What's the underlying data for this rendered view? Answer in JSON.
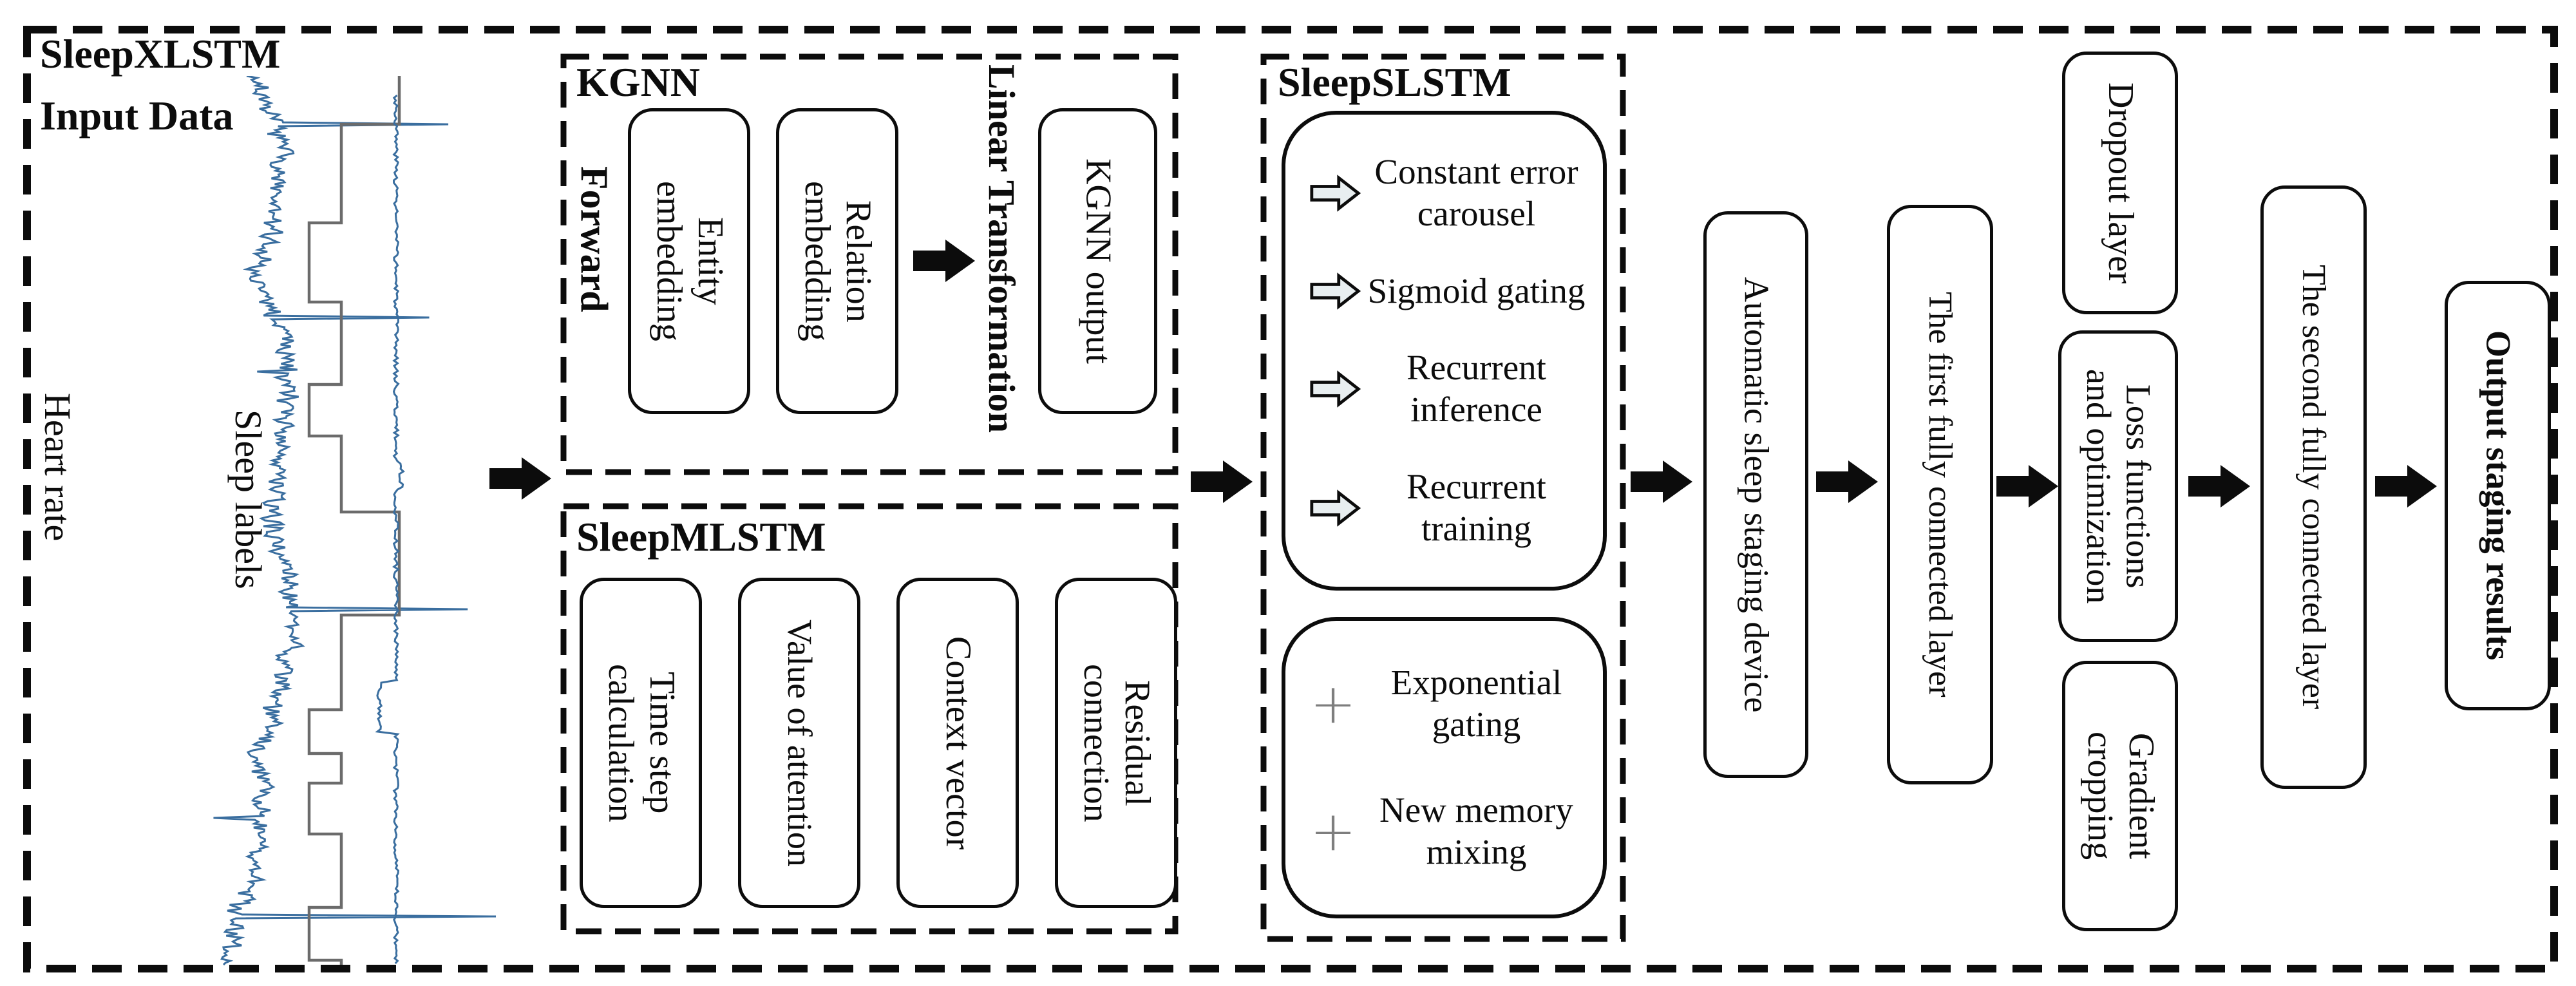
{
  "title": {
    "line1": "SleepXLSTM",
    "line2": "Input Data"
  },
  "input": {
    "heart_rate_label": "Heart rate",
    "sleep_labels_label": "Sleep labels"
  },
  "kgnn": {
    "title": "KGNN",
    "forward_label": "Forward",
    "entity_box": "Entity\nembedding",
    "relation_box": "Relation\nembedding",
    "linear_label": "Linear Transformation",
    "output_box": "KGNN output"
  },
  "mlstm": {
    "title": "SleepMLSTM",
    "items": [
      "Time step\ncalculation",
      "Value of attention",
      "Context vector",
      "Residual\nconnection"
    ]
  },
  "slstm": {
    "title": "SleepSLSTM",
    "gate_items": [
      "Constant error\ncarousel",
      "Sigmoid gating",
      "Recurrent\ninference",
      "Recurrent\ntraining"
    ],
    "plus_items": [
      "Exponential\ngating",
      "New memory\nmixing"
    ]
  },
  "pipeline": {
    "staging_device": "Automatic sleep staging device",
    "fc1": "The first fully connected layer",
    "dropout": "Dropout layer",
    "loss": "Loss functions\nand optimization",
    "gradient": "Gradient\ncropping",
    "fc2": "The second fully connected layer",
    "output": "Output staging results"
  },
  "colors": {
    "ink": "#0c0c0c",
    "bg": "#ffffff",
    "signal_blue": "#3a6e9f",
    "steps_gray": "#6b6b6b",
    "bullet_fill": "#e8eef0",
    "plus_gray": "#7e7e7e"
  }
}
